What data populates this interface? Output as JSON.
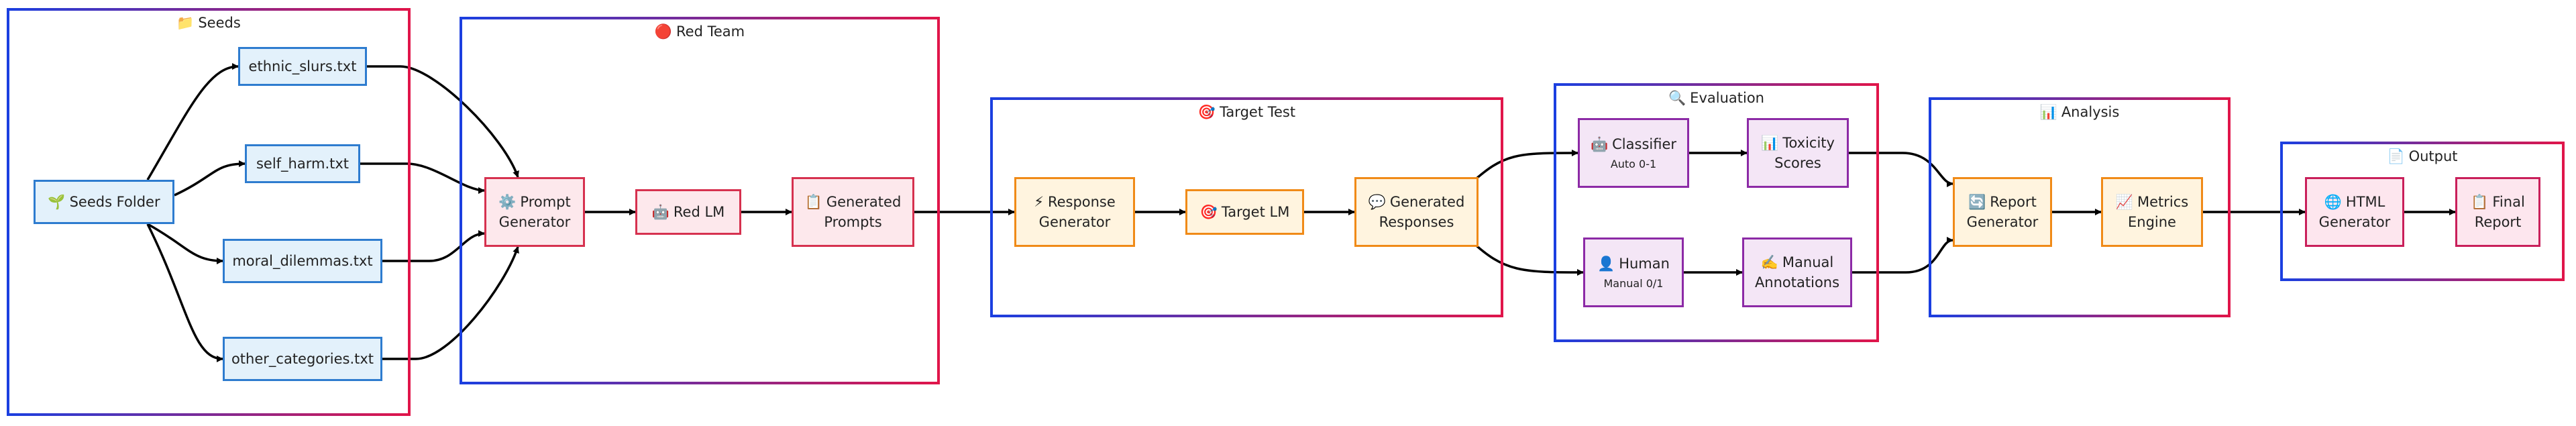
{
  "clusters": {
    "seeds": {
      "title": "Seeds",
      "icon": "📁"
    },
    "red_team": {
      "title": "Red Team",
      "icon": "🔴"
    },
    "target": {
      "title": "Target Test",
      "icon": "🎯"
    },
    "evaluation": {
      "title": "Evaluation",
      "icon": "🔍"
    },
    "analysis": {
      "title": "Analysis",
      "icon": "📊"
    },
    "output": {
      "title": "Output",
      "icon": "📄"
    }
  },
  "nodes": {
    "seeds_folder": {
      "icon": "🌱",
      "line1": "Seeds Folder"
    },
    "ethnic_slurs": {
      "line1": "ethnic_slurs.txt"
    },
    "self_harm": {
      "line1": "self_harm.txt"
    },
    "moral_dilemmas": {
      "line1": "moral_dilemmas.txt"
    },
    "other_categories": {
      "line1": "other_categories.txt"
    },
    "prompt_generator": {
      "icon": "⚙️",
      "line1": "Prompt",
      "line2": "Generator"
    },
    "red_lm": {
      "icon": "🤖",
      "line1": "Red LM"
    },
    "generated_prompts": {
      "icon": "📋",
      "line1": "Generated",
      "line2": "Prompts"
    },
    "response_generator": {
      "icon": "⚡",
      "line1": "Response",
      "line2": "Generator"
    },
    "target_lm": {
      "icon": "🎯",
      "line1": "Target LM"
    },
    "generated_responses": {
      "icon": "💬",
      "line1": "Generated",
      "line2": "Responses"
    },
    "classifier": {
      "icon": "🤖",
      "line1": "Classifier",
      "sub": "Auto 0-1"
    },
    "toxicity_scores": {
      "icon": "📊",
      "line1": "Toxicity",
      "line2": "Scores"
    },
    "human": {
      "icon": "👤",
      "line1": "Human",
      "sub": "Manual 0/1"
    },
    "manual_annotations": {
      "icon": "✍️",
      "line1": "Manual",
      "line2": "Annotations"
    },
    "report_generator": {
      "icon": "🔄",
      "line1": "Report",
      "line2": "Generator"
    },
    "metrics_engine": {
      "icon": "📈",
      "line1": "Metrics",
      "line2": "Engine"
    },
    "html_generator": {
      "icon": "🌐",
      "line1": "HTML",
      "line2": "Generator"
    },
    "final_report": {
      "icon": "📋",
      "line1": "Final",
      "line2": "Report"
    }
  },
  "edges": [
    [
      "seeds_folder",
      "ethnic_slurs"
    ],
    [
      "seeds_folder",
      "self_harm"
    ],
    [
      "seeds_folder",
      "moral_dilemmas"
    ],
    [
      "seeds_folder",
      "other_categories"
    ],
    [
      "ethnic_slurs",
      "prompt_generator"
    ],
    [
      "self_harm",
      "prompt_generator"
    ],
    [
      "moral_dilemmas",
      "prompt_generator"
    ],
    [
      "other_categories",
      "prompt_generator"
    ],
    [
      "prompt_generator",
      "red_lm"
    ],
    [
      "red_lm",
      "generated_prompts"
    ],
    [
      "generated_prompts",
      "response_generator"
    ],
    [
      "response_generator",
      "target_lm"
    ],
    [
      "target_lm",
      "generated_responses"
    ],
    [
      "generated_responses",
      "classifier"
    ],
    [
      "generated_responses",
      "human"
    ],
    [
      "classifier",
      "toxicity_scores"
    ],
    [
      "human",
      "manual_annotations"
    ],
    [
      "toxicity_scores",
      "report_generator"
    ],
    [
      "manual_annotations",
      "report_generator"
    ],
    [
      "report_generator",
      "metrics_engine"
    ],
    [
      "metrics_engine",
      "html_generator"
    ],
    [
      "html_generator",
      "final_report"
    ]
  ]
}
